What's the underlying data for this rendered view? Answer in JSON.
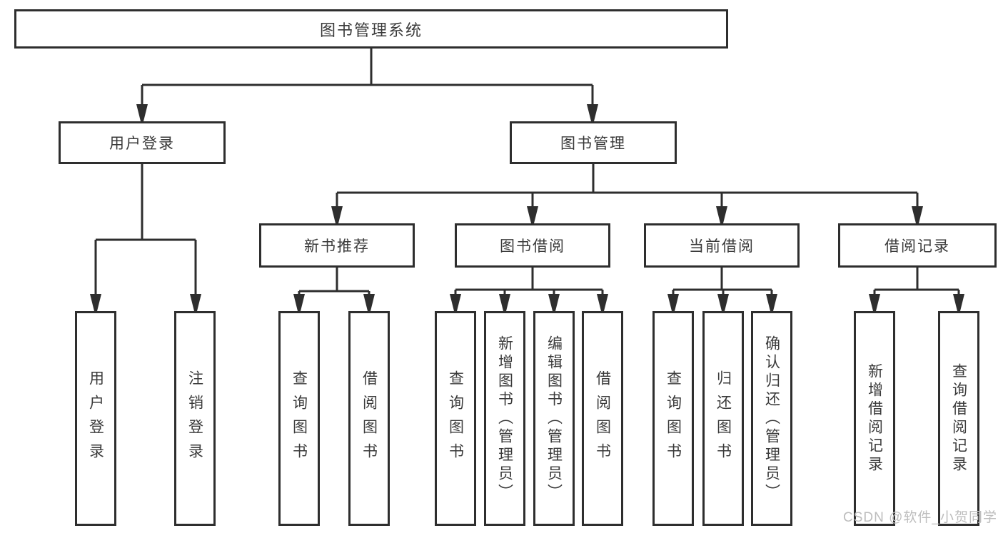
{
  "diagram": {
    "root": "图书管理系统",
    "level1": {
      "user_login": "用户登录",
      "book_mgmt": "图书管理"
    },
    "level2": {
      "new_book_rec": "新书推荐",
      "book_borrow": "图书借阅",
      "current_borrow": "当前借阅",
      "borrow_record": "借阅记录"
    },
    "leaves": {
      "user_login_login": "用户登录",
      "user_login_logout": "注销登录",
      "new_book_rec_query": "查询图书",
      "new_book_rec_borrow": "借阅图书",
      "book_borrow_query": "查询图书",
      "book_borrow_add": "新增图书（管理员）",
      "book_borrow_edit": "编辑图书（管理员）",
      "book_borrow_borrow": "借阅图书",
      "current_borrow_query": "查询图书",
      "current_borrow_return": "归还图书",
      "current_borrow_confirm": "确认归还（管理员）",
      "borrow_record_add": "新增借阅记录",
      "borrow_record_query": "查询借阅记录"
    },
    "watermark": "CSDN @软件_小贺同学",
    "colors": {
      "line": "#2e2e2e",
      "text": "#3a3a3a",
      "background": "#ffffff",
      "watermark": "#bdbdbd"
    }
  }
}
